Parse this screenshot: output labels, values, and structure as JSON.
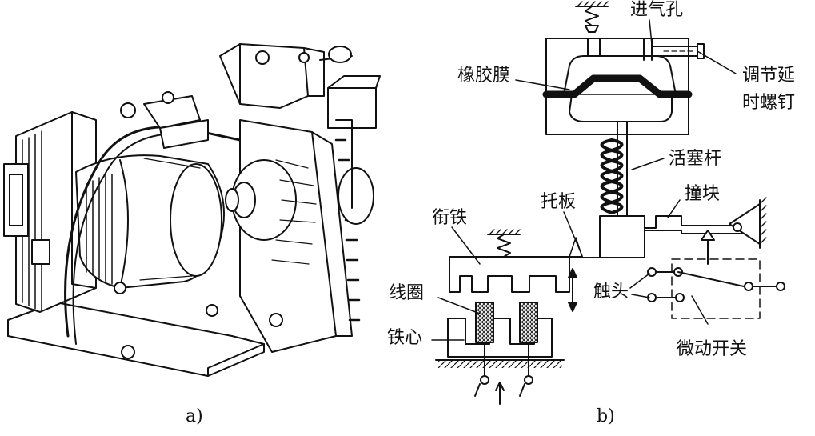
{
  "captions": {
    "a": "a)",
    "b": "b)"
  },
  "labels": {
    "inlet": "进气孔",
    "rubber": "橡胶膜",
    "screw1": "调节延",
    "screw2": "时螺钉",
    "piston": "活塞杆",
    "plate": "托板",
    "striker": "撞块",
    "armature": "衔铁",
    "coil": "线圈",
    "contact": "触头",
    "core": "铁心",
    "microswitch": "微动开关"
  },
  "colors": {
    "ink": "#111111",
    "paper": "#ffffff"
  }
}
